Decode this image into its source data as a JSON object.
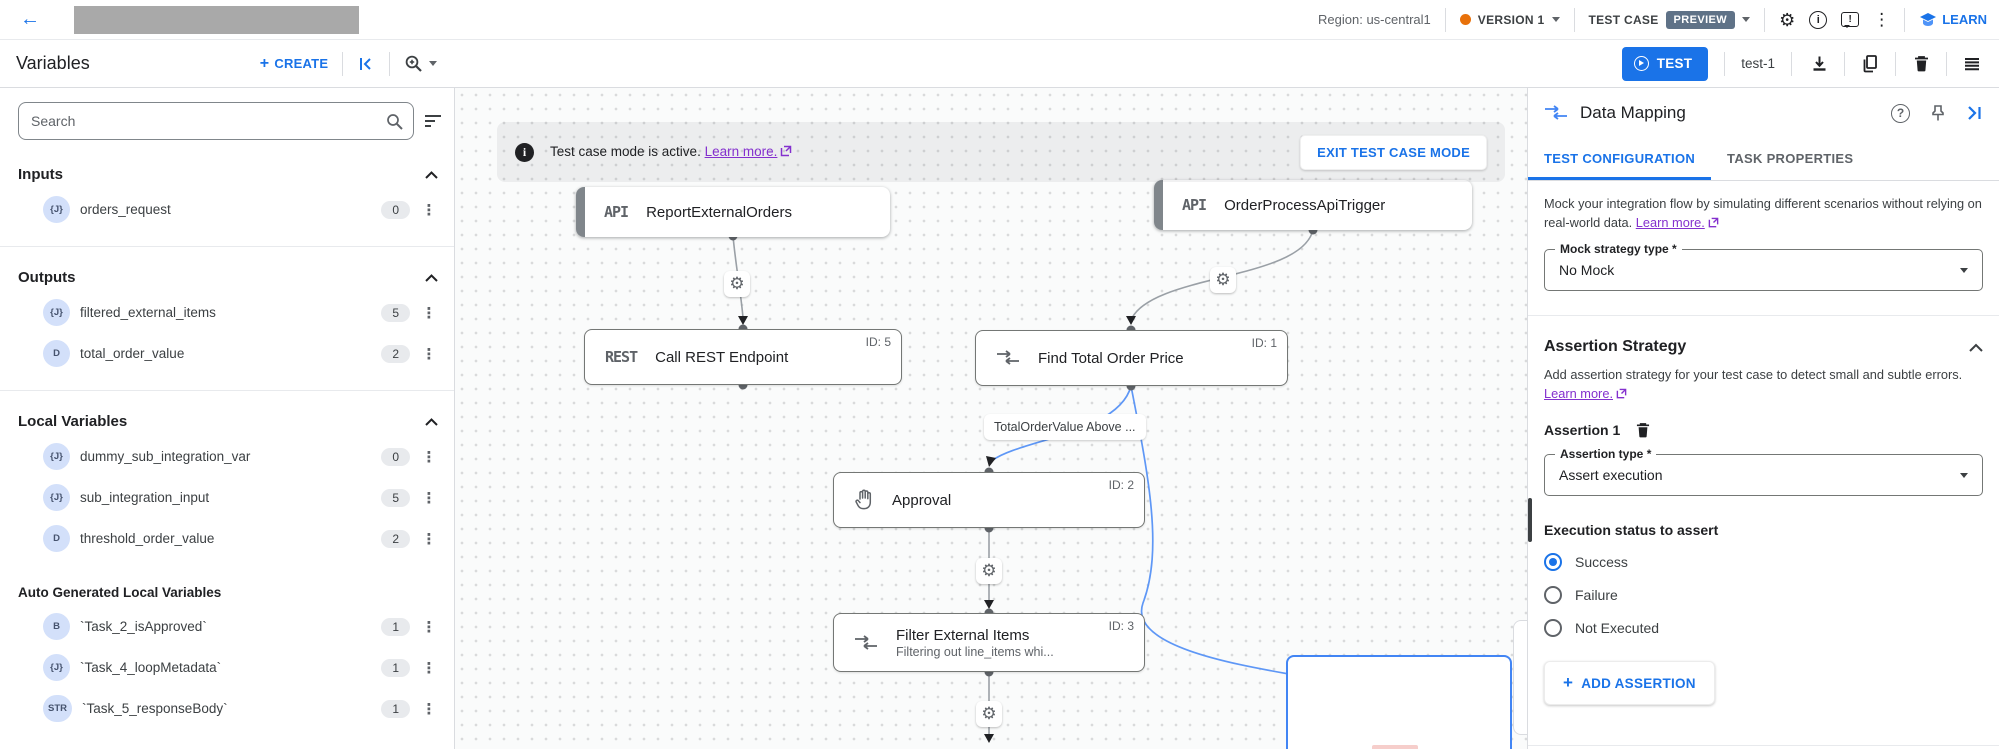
{
  "header": {
    "region": "Region: us-central1",
    "version_label": "VERSION 1",
    "test_case_label": "TEST CASE",
    "preview_badge": "PREVIEW",
    "learn_label": "LEARN",
    "feedback_glyph": "!",
    "info_glyph": "i"
  },
  "toolbar": {
    "title": "Variables",
    "create_label": "CREATE",
    "test_button": "TEST",
    "test_case_name": "test-1"
  },
  "sidebar": {
    "search_placeholder": "Search",
    "sections": [
      {
        "title": "Inputs",
        "items": [
          {
            "type": "{J}",
            "name": "orders_request",
            "count": "0"
          }
        ]
      },
      {
        "title": "Outputs",
        "items": [
          {
            "type": "{J}",
            "name": "filtered_external_items",
            "count": "5"
          },
          {
            "type": "D",
            "name": "total_order_value",
            "count": "2"
          }
        ]
      },
      {
        "title": "Local Variables",
        "items": [
          {
            "type": "{J}",
            "name": "dummy_sub_integration_var",
            "count": "0"
          },
          {
            "type": "{J}",
            "name": "sub_integration_input",
            "count": "5"
          },
          {
            "type": "D",
            "name": "threshold_order_value",
            "count": "2"
          }
        ]
      },
      {
        "title": "Auto Generated Local Variables",
        "items": [
          {
            "type": "B",
            "name": "`Task_2_isApproved`",
            "count": "1"
          },
          {
            "type": "{J}",
            "name": "`Task_4_loopMetadata`",
            "count": "1"
          },
          {
            "type": "STR",
            "name": "`Task_5_responseBody`",
            "count": "1"
          }
        ]
      }
    ]
  },
  "canvas": {
    "banner": {
      "text": "Test case mode is active.",
      "link": "Learn more.",
      "exit_button": "EXIT TEST CASE MODE"
    },
    "edge_label": "TotalOrderValue Above ...",
    "nodes": {
      "report": {
        "badge": "API",
        "title": "ReportExternalOrders"
      },
      "trigger": {
        "badge": "API",
        "title": "OrderProcessApiTrigger"
      },
      "rest": {
        "badge": "REST",
        "title": "Call REST Endpoint",
        "id": "ID: 5"
      },
      "find": {
        "title": "Find Total Order Price",
        "id": "ID: 1"
      },
      "approval": {
        "title": "Approval",
        "id": "ID: 2"
      },
      "filter": {
        "title": "Filter External Items",
        "subtitle": "Filtering out line_items whi...",
        "id": "ID: 3"
      }
    }
  },
  "panel": {
    "title": "Data Mapping",
    "tabs": [
      {
        "label": "TEST CONFIGURATION"
      },
      {
        "label": "TASK PROPERTIES"
      }
    ],
    "mock": {
      "description": "Mock your integration flow by simulating different scenarios without relying on real-world data.",
      "link": "Learn more.",
      "field_label": "Mock strategy type *",
      "field_value": "No Mock"
    },
    "assertion": {
      "section_title": "Assertion Strategy",
      "description": "Add assertion strategy for your test case to detect small and subtle errors.",
      "link": "Learn more.",
      "item_title": "Assertion 1",
      "type_label": "Assertion type *",
      "type_value": "Assert execution",
      "status_label": "Execution status to assert",
      "options": [
        {
          "label": "Success"
        },
        {
          "label": "Failure"
        },
        {
          "label": "Not Executed"
        }
      ],
      "add_button": "ADD ASSERTION"
    }
  },
  "colors": {
    "accent": "#1a73e8",
    "link": "#8430ce",
    "version_dot": "#e8710a",
    "preview_badge": "#5f7287",
    "edge_blue": "#5e97f6"
  }
}
